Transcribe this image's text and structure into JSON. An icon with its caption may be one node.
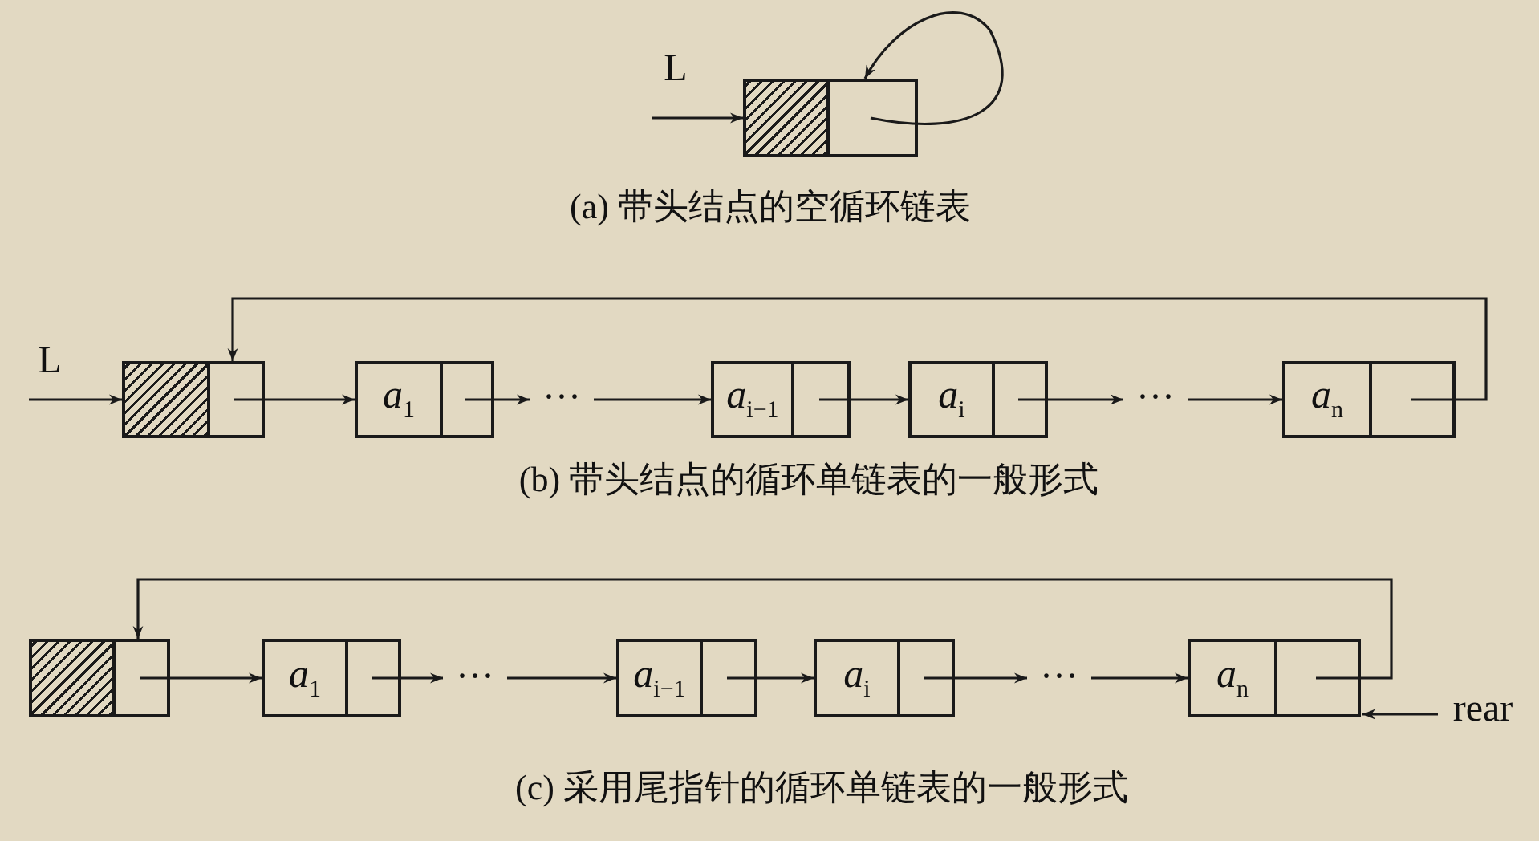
{
  "diagram": {
    "nodes": [
      {
        "text": [
          "L"
        ]
      },
      {
        "text": [],
        "shape": "box"
      },
      {
        "text": [
          "L"
        ]
      },
      {
        "text": [],
        "shape": "box"
      },
      {
        "text": [
          "*a*$_{1}$"
        ]
      },
      {
        "text": [
          "···"
        ]
      },
      {
        "text": [
          "*a*$_{i−1}$"
        ]
      },
      {
        "text": [
          "*a*$_{i}$"
        ]
      },
      {
        "text": [
          "···"
        ]
      },
      {
        "text": [
          "*a*$_{n}$"
        ]
      },
      {
        "text": [],
        "shape": "box"
      },
      {
        "text": [
          "*a*$_{1}$"
        ]
      },
      {
        "text": [
          "···"
        ]
      },
      {
        "text": [
          "*a*$_{i−1}$"
        ]
      },
      {
        "text": [
          "*a*$_{i}$"
        ]
      },
      {
        "text": [
          "···"
        ]
      },
      {
        "text": [
          "*a*$_{n}$"
        ]
      },
      {
        "text": [
          "rear"
        ]
      }
    ],
    "edges": [
      {
        "from": 0,
        "to": 1,
        "arrow": "to"
      },
      {
        "from": 1,
        "to": 1,
        "arrow": "to"
      },
      {
        "from": 2,
        "to": 3,
        "arrow": "to"
      },
      {
        "from": 3,
        "to": 4,
        "arrow": "to"
      },
      {
        "from": 4,
        "to": 5,
        "arrow": "to"
      },
      {
        "from": 5,
        "to": 6,
        "arrow": "to"
      },
      {
        "from": 6,
        "to": 7,
        "arrow": "to"
      },
      {
        "from": 7,
        "to": 8,
        "arrow": "to"
      },
      {
        "from": 8,
        "to": 9,
        "arrow": "to"
      },
      {
        "from": 9,
        "to": 3,
        "arrow": "to"
      },
      {
        "from": 10,
        "to": 11,
        "arrow": "to"
      },
      {
        "from": 11,
        "to": 12,
        "arrow": "to"
      },
      {
        "from": 12,
        "to": 13,
        "arrow": "to"
      },
      {
        "from": 13,
        "to": 14,
        "arrow": "to"
      },
      {
        "from": 14,
        "to": 15,
        "arrow": "to"
      },
      {
        "from": 15,
        "to": 16,
        "arrow": "to"
      },
      {
        "from": 16,
        "to": 10,
        "arrow": "to"
      },
      {
        "from": 17,
        "to": 16,
        "arrow": "to"
      }
    ],
    "labels": [
      "(a) 带头结点的空循环链表",
      "(b) 带头结点的循环单链表的一般形式",
      "(c) 采用尾指针的循环单链表的一般形式"
    ]
  }
}
